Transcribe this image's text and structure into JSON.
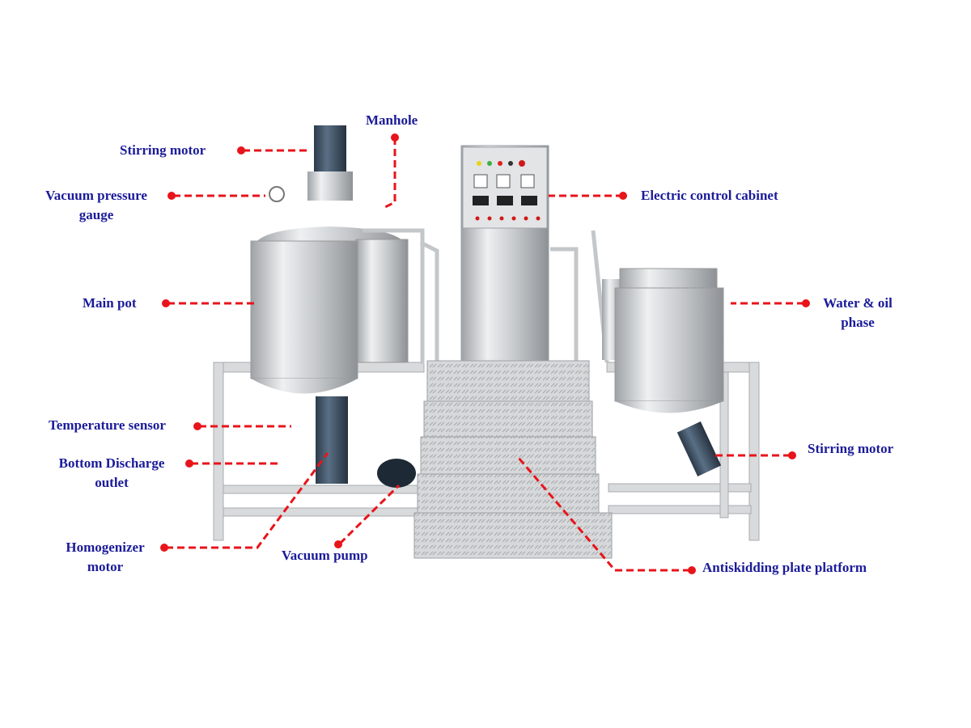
{
  "colors": {
    "label": "#1b1b99",
    "leader": "#e8141b",
    "steel": "#d2d4d6",
    "motor": "#3c4f63"
  },
  "labels": {
    "stirring_motor_top": "Stirring motor",
    "manhole": "Manhole",
    "vacuum_gauge_1": "Vacuum pressure",
    "vacuum_gauge_2": "gauge",
    "electric_cabinet": "Electric control cabinet",
    "main_pot": "Main pot",
    "water_oil_1": "Water & oil",
    "water_oil_2": "phase",
    "temperature_sensor": "Temperature sensor",
    "bottom_discharge_1": "Bottom Discharge",
    "bottom_discharge_2": "outlet",
    "stirring_motor_right": "Stirring motor",
    "homogenizer_1": "Homogenizer",
    "homogenizer_2": "motor",
    "vacuum_pump": "Vacuum pump",
    "antiskid": "Antiskidding plate platform"
  }
}
